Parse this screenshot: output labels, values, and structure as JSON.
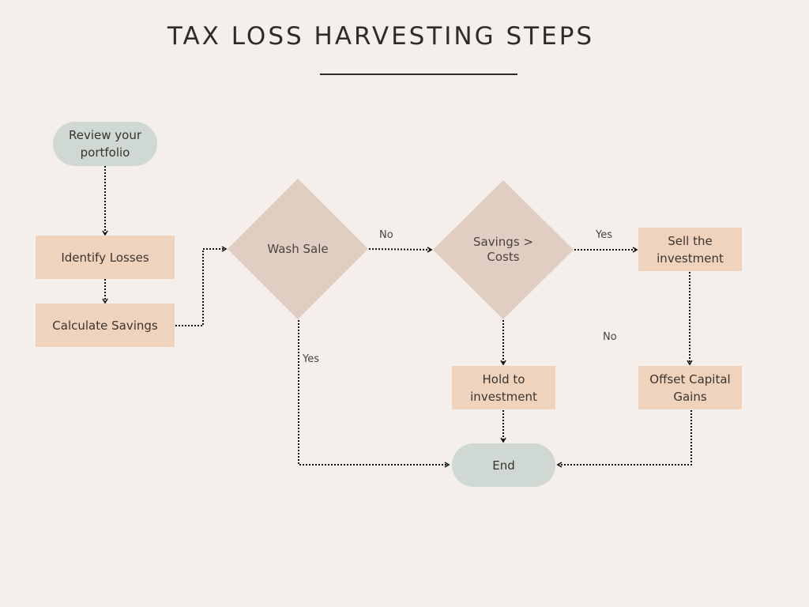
{
  "title": "TAX LOSS HARVESTING STEPS",
  "nodes": {
    "review": "Review your portfolio",
    "identify": "Identify Losses",
    "calculate": "Calculate Savings",
    "wash_sale": "Wash Sale",
    "savings_costs": "Savings > Costs",
    "sell": "Sell the investment",
    "hold": "Hold to investment",
    "offset": "Offset Capital Gains",
    "end": "End"
  },
  "edge_labels": {
    "wash_no": "No",
    "wash_yes": "Yes",
    "savings_yes": "Yes",
    "savings_no": "No"
  },
  "colors": {
    "background": "#f4efea",
    "terminal": "#cfd8d2",
    "process": "#f0d3bd",
    "decision": "#e2cdc3"
  }
}
